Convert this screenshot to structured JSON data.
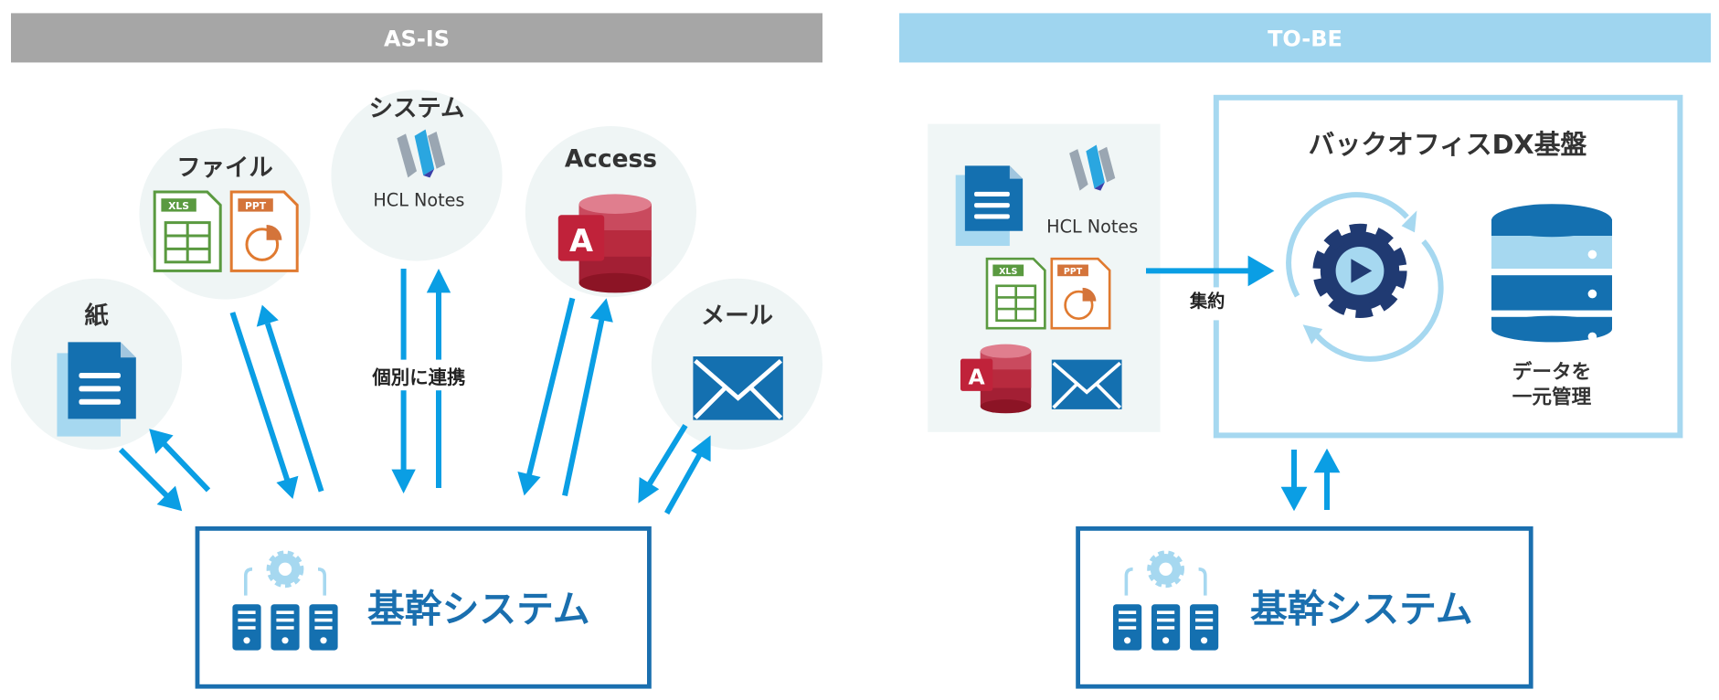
{
  "as_is": {
    "header": "AS-IS",
    "sources": [
      {
        "label": "紙",
        "icon": "document-icon"
      },
      {
        "label": "ファイル",
        "icon": "xls-ppt-file-icon",
        "xls": "XLS",
        "ppt": "PPT"
      },
      {
        "label": "システム",
        "icon": "hcl-notes-logo",
        "caption": "HCL Notes"
      },
      {
        "label": "Access",
        "icon": "access-icon",
        "badge": "A"
      },
      {
        "label": "メール",
        "icon": "mail-icon"
      }
    ],
    "link_label": "個別に連携",
    "core_system": "基幹システム"
  },
  "to_be": {
    "header": "TO-BE",
    "sources_caption": "HCL Notes",
    "xls": "XLS",
    "ppt": "PPT",
    "access_badge": "A",
    "arrow_label": "集約",
    "platform_title": "バックオフィスDX基盤",
    "db_caption_line1": "データを",
    "db_caption_line2": "一元管理",
    "core_system": "基幹システム"
  },
  "colors": {
    "as_is_header": "#a6a6a6",
    "to_be_header": "#9fd5ef",
    "arrow": "#0a9ee4",
    "core_border": "#1a6faf",
    "platform_border": "#a6d8f0"
  }
}
